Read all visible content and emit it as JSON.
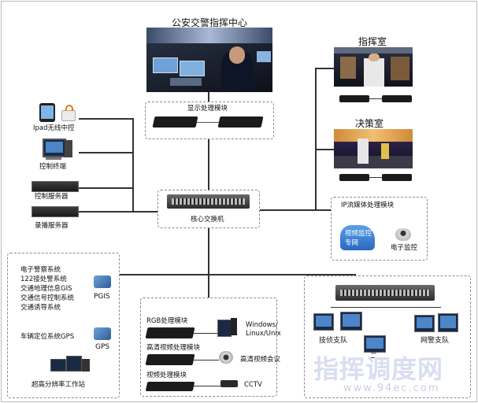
{
  "command_center_title": "公安交警指挥中心",
  "display_module_label": "显示处理模块",
  "command_room_title": "指挥室",
  "decision_room_title": "决策室",
  "core_switch_label": "核心交换机",
  "ip_stream_module_label": "IP流媒体处理模块",
  "video_network_label": "视频监控专网",
  "e_monitor_label": "电子监控",
  "left_devices": [
    "Ipad无线中控",
    "控制终端",
    "控制服务器",
    "录播服务器"
  ],
  "pgis_systems": [
    "电子警察系统",
    "122接处警系统",
    "交通地理信息GIS",
    "交通信号控制系统",
    "交通诱导系统"
  ],
  "pgis_label": "PGIS",
  "gps_system_label": "车辆定位系统GPS",
  "gps_label": "GPS",
  "workstation_label": "超高分辨率工作站",
  "modules": [
    {
      "module": "RGB处理模块",
      "source": "Windows/\nLinux/Unix"
    },
    {
      "module": "高清视频处理模块",
      "source": "高清视频会议"
    },
    {
      "module": "视频处理模块",
      "source": "CCTV"
    }
  ],
  "brigades": [
    "技侦支队",
    "网警支队"
  ],
  "brigade_partial_label": "二",
  "watermark_cn": "指挥调度网",
  "watermark_url": "www.94ec.com"
}
